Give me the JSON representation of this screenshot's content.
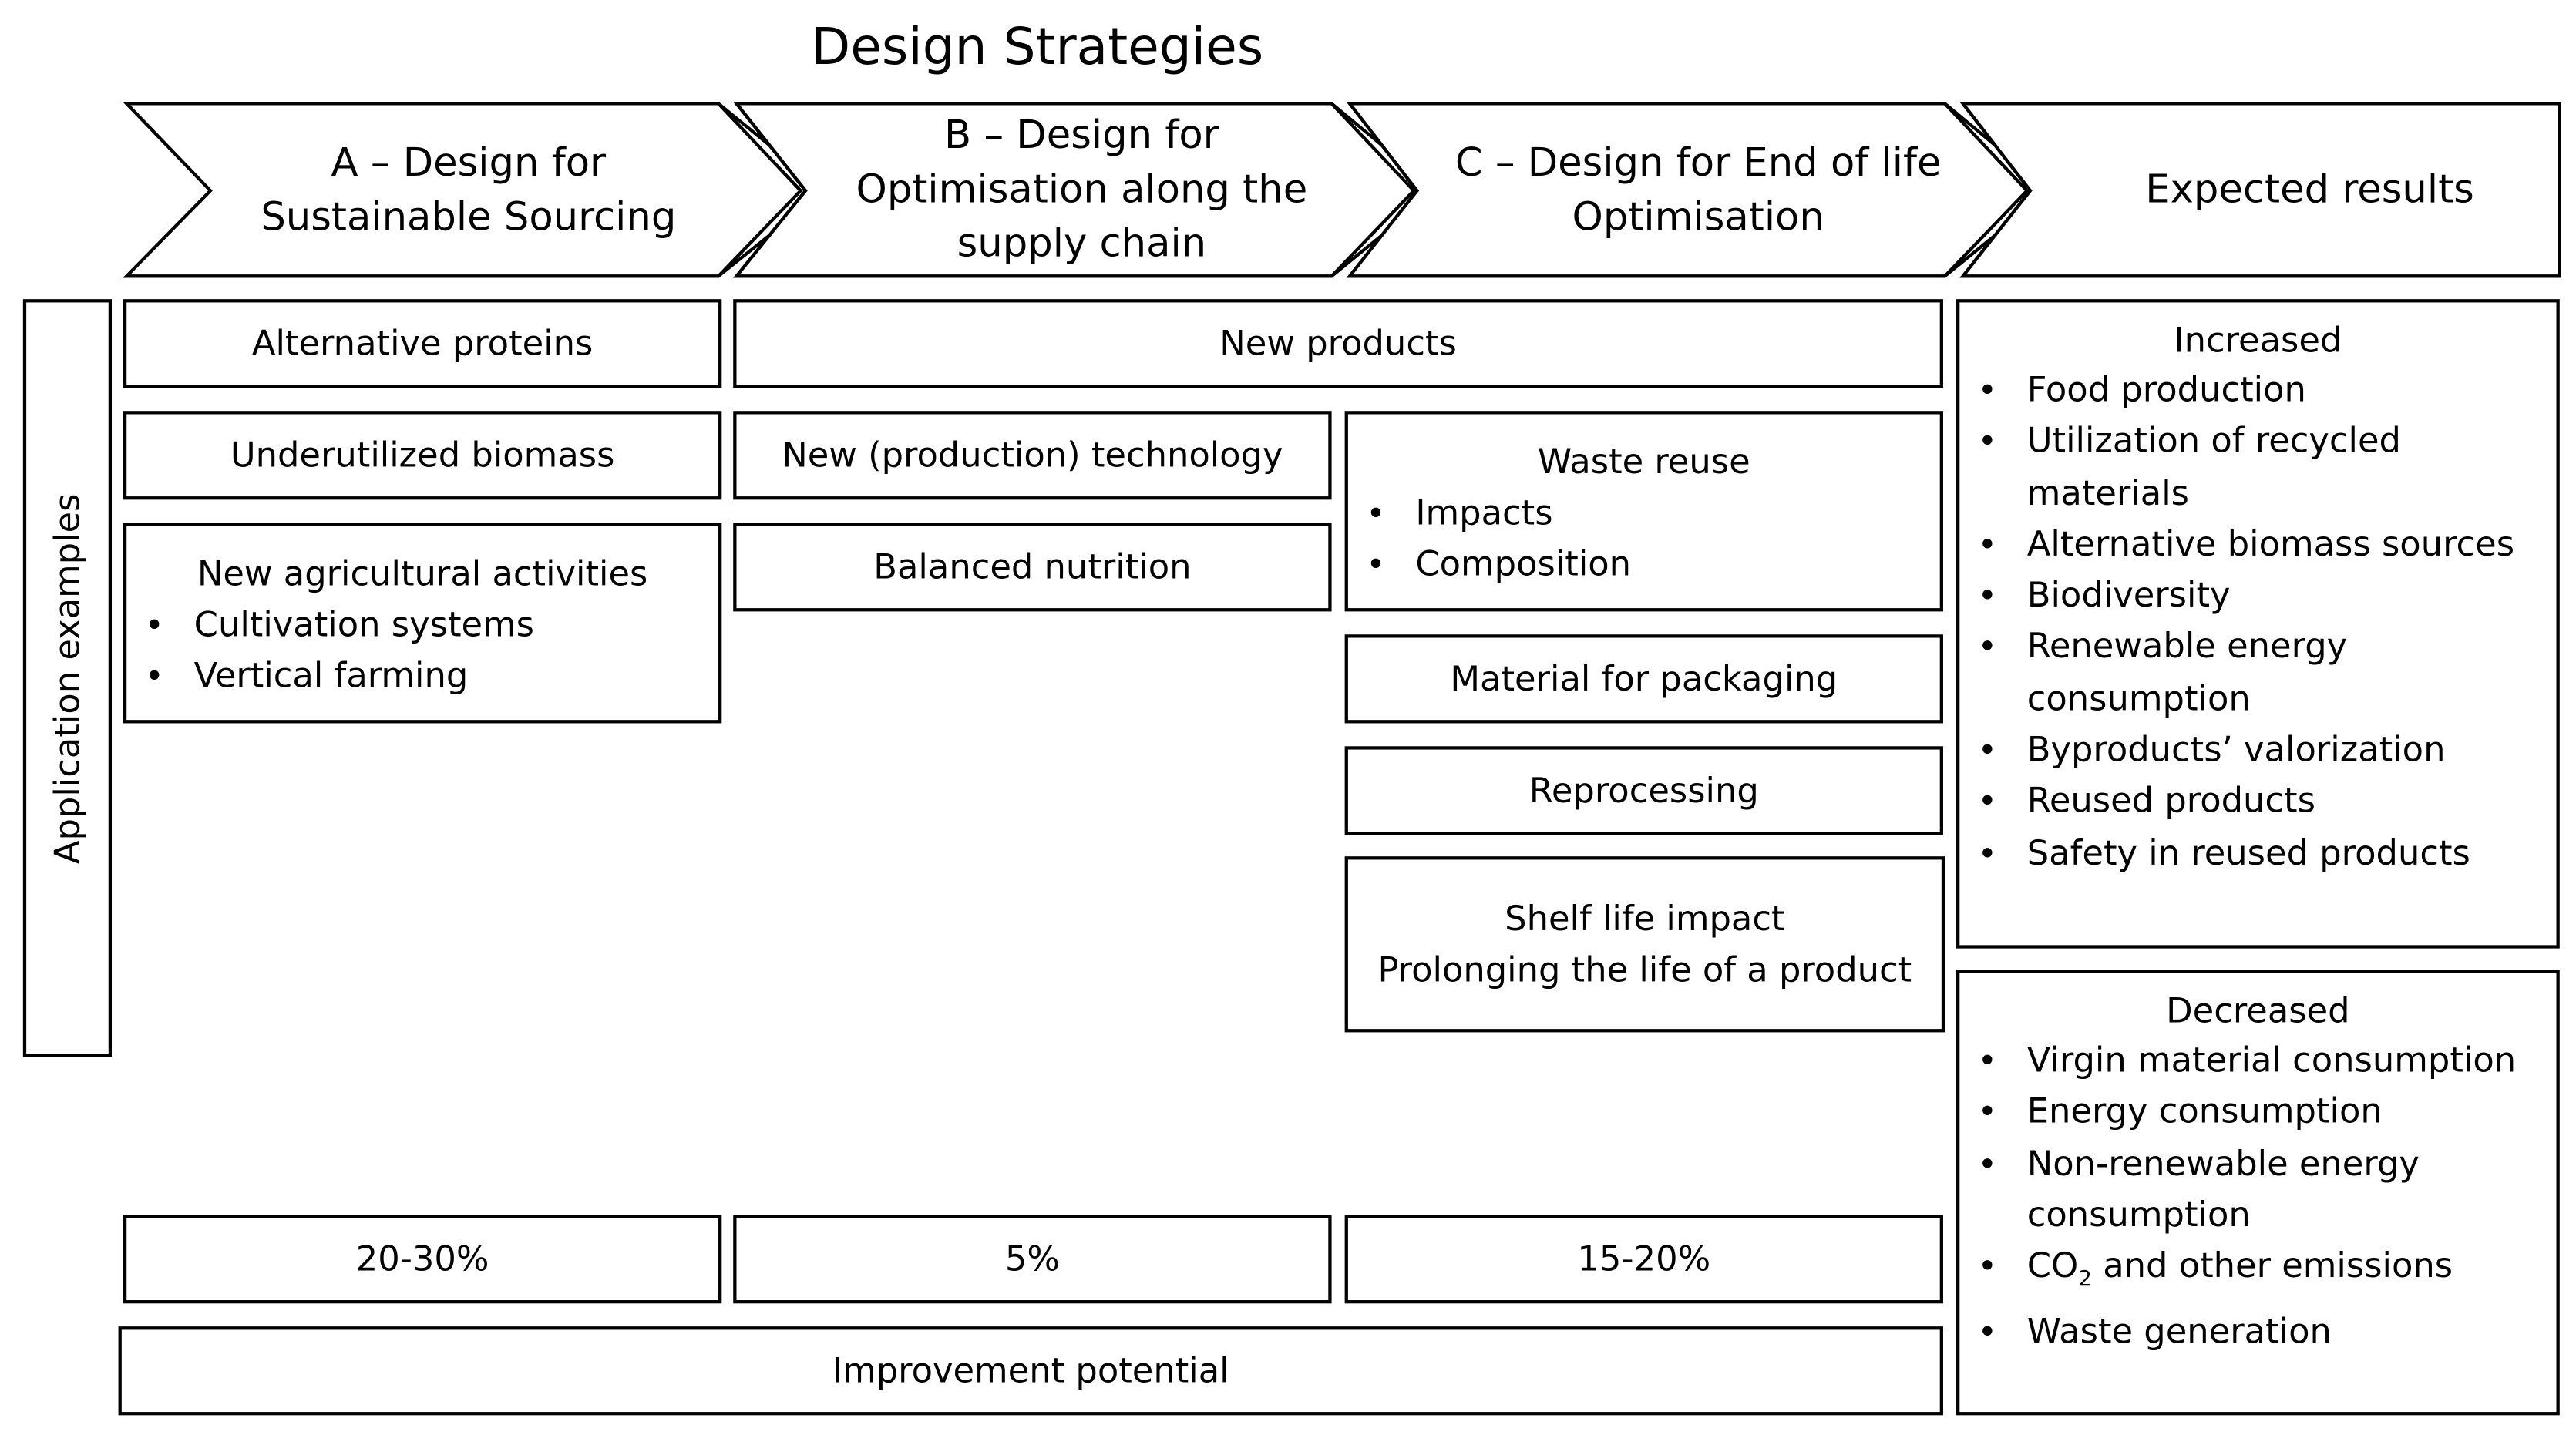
{
  "title": "Design Strategies",
  "vertical_label": "Application examples",
  "strategies": [
    {
      "label": "A – Design for\nSustainable Sourcing"
    },
    {
      "label": "B – Design for\nOptimisation along the\nsupply chain"
    },
    {
      "label": "C – Design for End of life\nOptimisation"
    },
    {
      "label": "Expected results"
    }
  ],
  "column_a": {
    "alternative_proteins": "Alternative proteins",
    "underutilized_biomass": "Underutilized biomass",
    "new_agricultural": {
      "title": "New agricultural activities",
      "items": [
        "Cultivation systems",
        "Vertical farming"
      ]
    },
    "potential": "20-30%"
  },
  "new_products": "New products",
  "column_b": {
    "new_technology": "New (production) technology",
    "balanced_nutrition": "Balanced nutrition",
    "potential": "5%"
  },
  "column_c": {
    "waste_reuse": {
      "title": "Waste reuse",
      "items": [
        "Impacts",
        "Composition"
      ]
    },
    "material_packaging": "Material for packaging",
    "reprocessing": "Reprocessing",
    "shelf_life": {
      "line1": "Shelf life impact",
      "line2": "Prolonging the life of a product"
    },
    "potential": "15-20%"
  },
  "improvement_potential": "Improvement potential",
  "increased": {
    "title": "Increased",
    "items": [
      "Food production",
      "Utilization of recycled materials",
      "Alternative biomass sources",
      "Biodiversity",
      "Renewable energy consumption",
      "Byproducts’ valorization",
      "Reused products",
      "Safety in reused products"
    ]
  },
  "decreased": {
    "title": "Decreased",
    "items": [
      "Virgin material consumption",
      "Energy consumption",
      "Non-renewable energy consumption",
      "CO",
      "2",
      " and other emissions",
      "Waste generation"
    ]
  },
  "bullet_char": "•"
}
